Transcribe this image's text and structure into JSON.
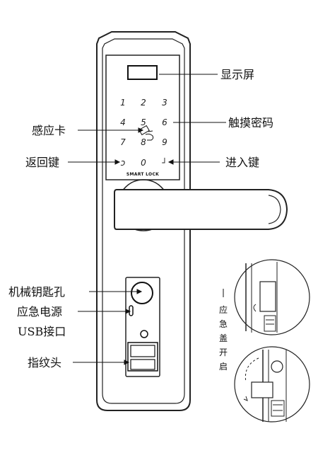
{
  "labels": {
    "display": "显示屏",
    "touch_keypad": "触摸密码",
    "card_reader": "感应卡",
    "back_key": "返回键",
    "enter_key": "进入键",
    "keyhole": "机械钥匙孔",
    "emergency_power": "应急电源",
    "usb": "USB接口",
    "fingerprint": "指纹头"
  },
  "brand": "SMART LOCK",
  "keypad": {
    "row1": [
      "1",
      "2",
      "3"
    ],
    "row2": [
      "4",
      "5",
      "6"
    ],
    "row3": [
      "7",
      "8",
      "9"
    ],
    "row4": [
      "ɔ",
      "0",
      "┘"
    ]
  },
  "side_note": [
    "应",
    "急",
    "盖",
    "开",
    "启"
  ]
}
